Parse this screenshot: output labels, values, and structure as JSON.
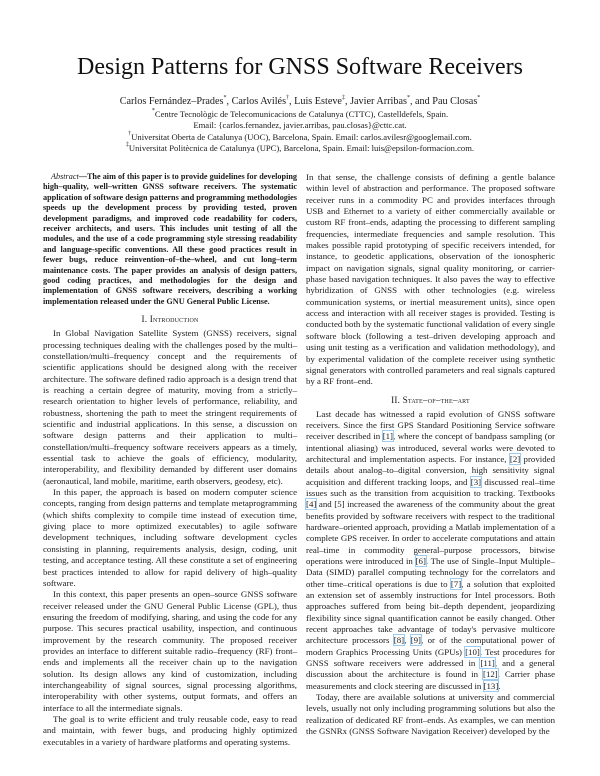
{
  "paper": {
    "title": "Design Patterns for GNSS Software Receivers",
    "authors": [
      {
        "name": "Carlos Fernández–Prades",
        "mark": "*"
      },
      {
        "name": "Carlos Avilés",
        "mark": "†"
      },
      {
        "name": "Luis Esteve",
        "mark": "‡"
      },
      {
        "name": "Javier Arribas",
        "mark": "*"
      },
      {
        "name": "Pau Closas",
        "mark": "*"
      }
    ],
    "author_separators": [
      ", ",
      ", ",
      ", ",
      ", and "
    ],
    "affiliations": [
      {
        "mark": "*",
        "text": "Centre Tecnològic de Telecomunicacions de Catalunya (CTTC), Castelldefels, Spain."
      },
      {
        "mark": "",
        "text": "Email: {carlos.fernandez, javier.arribas, pau.closas}@cttc.cat."
      },
      {
        "mark": "†",
        "text": "Universitat Oberta de Catalunya (UOC), Barcelona, Spain. Email: carlos.avilesr@googlemail.com."
      },
      {
        "mark": "‡",
        "text": "Universitat Politècnica de Catalunya (UPC), Barcelona, Spain. Email: luis@epsilon-formacion.com."
      }
    ],
    "abstract": {
      "lead": "Abstract",
      "text": "—The aim of this paper is to provide guidelines for developing high–quality, well–written GNSS software receivers. The systematic application of software design patterns and programming methodologies speeds up the development process by providing tested, proven development paradigms, and improved code readability for coders, receiver architects, and users. This includes unit testing of all the modules, and the use of a code programming style stressing readability and language-specific conventions. All these good practices result in fewer bugs, reduce reinvention–of–the–wheel, and cut long–term maintenance costs. The paper provides an analysis of design patters, good coding practices, and methodologies for the design and implementation of GNSS software receivers, describing a working implementation released under the GNU General Public License."
    },
    "sections": [
      {
        "heading": "I. Introduction",
        "paragraphs": [
          "In Global Navigation Satellite System (GNSS) receivers, signal processing techniques dealing with the challenges posed by the multi–constellation/multi–frequency concept and the requirements of scientific applications should be designed along with the receiver architecture. The software defined radio approach is a design trend that is reaching a certain degree of maturity, moving from a strictly–research orientation to higher levels of performance, reliability, and robustness, shortening the path to meet the stringent requirements of scientific and industrial applications. In this sense, a discussion on software design patterns and their application to multi–constellation/multi–frequency software receivers appears as a timely, essential task to achieve the goals of efficiency, modularity, interoperability, and flexibility demanded by different user domains (aeronautical, land mobile, maritime, earth observers, geodesy, etc).",
          "In this paper, the approach is based on modern computer science concepts, ranging from design patterns and template metaprogramming (which shifts complexity to compile time instead of execution time, giving place to more optimized executables) to agile software development techniques, including software development cycles consisting in planning, requirements analysis, design, coding, unit testing, and acceptance testing. All these constitute a set of engineering best practices intended to allow for rapid delivery of high–quality software.",
          "In this context, this paper presents an open–source GNSS software receiver released under the GNU General Public License (GPL), thus ensuring the freedom of modifying, sharing, and using the code for any purpose. This secures practical usability, inspection, and continuous improvement by the research community. The proposed receiver provides an interface to different suitable radio–frequency (RF) front–ends and implements all the receiver chain up to the navigation solution. Its design allows any kind of customization, including interchangeability of signal sources, signal processing algorithms, interoperability with other systems, output formats, and offers an interface to all the intermediate signals.",
          "The goal is to write efficient and truly reusable code, easy to read and maintain, with fewer bugs, and producing highly optimized executables in a variety of hardware platforms and operating systems."
        ],
        "continued": "In that sense, the challenge consists of defining a gentle balance within level of abstraction and performance. The proposed software receiver runs in a commodity PC and provides interfaces through USB and Ethernet to a variety of either commercially available or custom RF front–ends, adapting the processing to different sampling frequencies, intermediate frequencies and sample resolution. This makes possible rapid prototyping of specific receivers intended, for instance, to geodetic applications, observation of the ionospheric impact on navigation signals, signal quality monitoring, or carrier-phase based navigation techniques. It also paves the way to effective hybridization of GNSS with other technologies (e.g. wireless communication systems, or inertial measurement units), since open access and interaction with all receiver stages is provided. Testing is conducted both by the systematic functional validation of every single software block (following a test–driven developing approach and using unit testing as a verification and validation methodology), and by experimental validation of the complete receiver using synthetic signal generators with controlled parameters and real signals captured by a RF front–end."
      },
      {
        "heading": "II. State–of–the–art",
        "p1": {
          "t1": "Last decade has witnessed a rapid evolution of GNSS software receivers. Since the first GPS Standard Positioning Service software receiver described in ",
          "c1": "[1]",
          "t2": ", where the concept of bandpass sampling (or intentional aliasing) was introduced, several works were devoted to architectural and implementation aspects. For instance, ",
          "c2": "[2]",
          "t3": " provided details about analog–to–digital conversion, high sensitivity signal acquisition and different tracking loops, and ",
          "c3": "[3]",
          "t4": " discussed real–time issues such as the transition from acquisition to tracking. Textbooks ",
          "c4": "[4]",
          "t5": " and [5] increased the awareness of the community about the great benefits provided by software receivers with respect to the traditional hardware–oriented approach, providing a Matlab implementation of a complete GPS receiver. In order to accelerate computations and attain real–time in commodity general–purpose processors, bitwise operations were introduced in ",
          "c6": "[6]",
          "t6": ". The use of Single–Input Multiple–Data (SIMD) parallel computing technology for the correlators and other time–critical operations is due to ",
          "c7": "[7]",
          "t7": ", a solution that exploited an extension set of assembly instructions for Intel processors. Both approaches suffered from being bit–depth dependent, jeopardizing flexibility since signal quantification cannot be easily changed. Other recent approaches take advantage of today's pervasive multicore architecture processors ",
          "c8": "[8]",
          "t8": ", ",
          "c9": "[9]",
          "t9": ", or of the computational power of modern Graphics Processing Units (GPUs) ",
          "c10": "[10]",
          "t10": ". Test procedures for GNSS software receivers were addressed in ",
          "c11": "[11]",
          "t11": ", and a general discussion about the architecture is found in ",
          "c12": "[12]",
          "t12": ". Carrier phase measurements and clock steering are discussed in ",
          "c13": "[13]",
          "t13": "."
        },
        "p2": "Today, there are available solutions at university and commercial levels, usually not only including programming solutions but also the realization of dedicated RF front–ends. As examples, we can mention the GSNRx (GNSS Software Navigation Receiver) developed by the"
      }
    ]
  }
}
